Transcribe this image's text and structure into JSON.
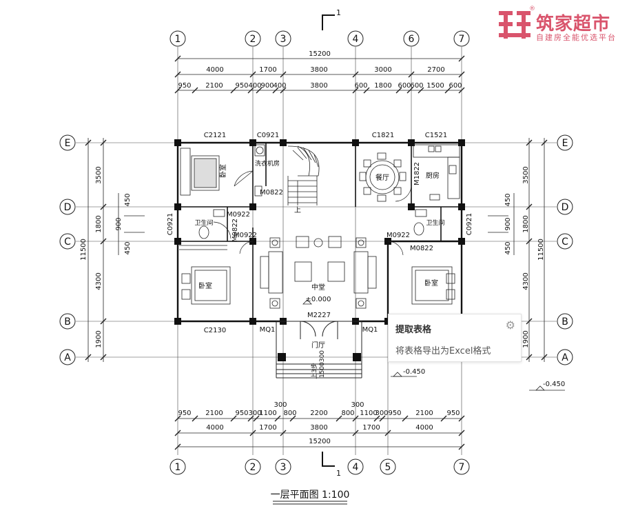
{
  "logo": {
    "name": "筑家超市",
    "slogan": "自建房全能优选平台",
    "reg": "®"
  },
  "popup": {
    "title": "提取表格",
    "gear_icon": "gear-icon",
    "description": "将表格导出为Excel格式"
  },
  "drawing": {
    "caption": "一层平面图 1:100",
    "section_number": "1",
    "axis_numbers": {
      "a1": "1",
      "a2": "2",
      "a3": "3",
      "a4": "4",
      "a5": "5",
      "a6": "6",
      "a7": "7"
    },
    "axis_letters": {
      "A": "A",
      "B": "B",
      "C": "C",
      "D": "D",
      "E": "E"
    },
    "dims_top_total": "15200",
    "dims_top_mid": [
      "4000",
      "1700",
      "3800",
      "3000",
      "2700"
    ],
    "dims_top_fine": [
      "950",
      "2100",
      "950",
      "400",
      "900",
      "400",
      "3800",
      "600",
      "1800",
      "600",
      "600",
      "1500",
      "600"
    ],
    "dims_bottom_fine": [
      "950",
      "2100",
      "950",
      "300",
      "1100",
      "800",
      "2200",
      "800",
      "1100",
      "300",
      "950",
      "2100",
      "950"
    ],
    "dims_bottom_mid": [
      "4000",
      "1700",
      "3800",
      "1700",
      "4000"
    ],
    "dims_bottom_total": "15200",
    "dims_bottom_300": [
      "300",
      "300"
    ],
    "dims_left": [
      "3500",
      "1800",
      "4300",
      "1900"
    ],
    "dims_left_total": "11500",
    "dims_left_small": [
      "450",
      "900",
      "450"
    ],
    "dims_right": [
      "3500",
      "1800",
      "4300",
      "1900"
    ],
    "dims_right_total": "11500",
    "dims_right_small": [
      "450",
      "900",
      "450"
    ],
    "windows_top": [
      "C2121",
      "C0921",
      "C1821",
      "C1521"
    ],
    "windows_side": [
      "C0921",
      "C0921"
    ],
    "window_bottom": "C2130",
    "doors": {
      "m0822_a": "M0822",
      "m0922_a": "M0922",
      "m0822_b": "M0822",
      "m0922_b": "M0922",
      "m0922_c": "M0922",
      "m0822_c": "M0822",
      "m1822": "M1822",
      "m2227": "M2227",
      "mq1_a": "MQ1",
      "mq1_b": "MQ1"
    },
    "rooms": {
      "bed1": "卧室",
      "laundry": "洗衣机房",
      "dining": "餐厅",
      "kitchen": "厨房",
      "bath1": "卫生间",
      "bath2": "卫生间",
      "bed2": "卧室",
      "bed3": "卧室",
      "hall": "中堂",
      "foyer": "门厅"
    },
    "elev_hall": "±0.000",
    "elev_out1": "-0.450",
    "elev_out2": "-0.450",
    "stairs_up": "上",
    "steps_note": "上3步",
    "steps_dim": "1500300"
  }
}
